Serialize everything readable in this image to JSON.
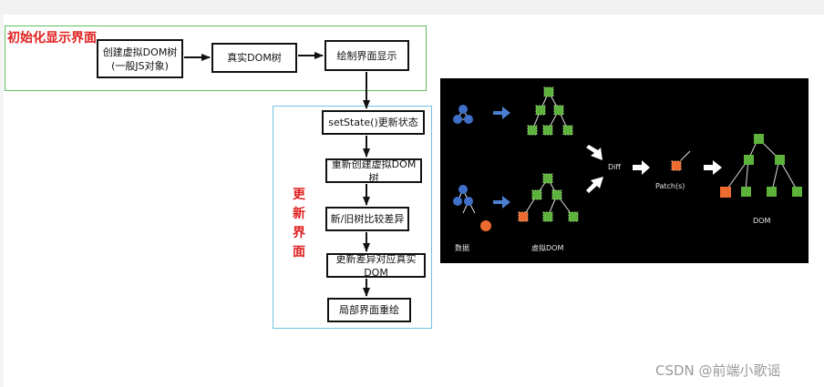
{
  "flow": {
    "init_title": "初始化显示界面",
    "update_title": "更新界面",
    "create_vdom": "创建虚拟DOM树\n(一般JS对象)",
    "real_dom": "真实DOM树",
    "render": "绘制界面显示",
    "set_state": "setState()更新状态",
    "recreate_vdom": "重新创建虚拟DOM树",
    "compare": "新/旧树比较差异",
    "apply_diff": "更新差异对应真实DOM",
    "repaint": "局部界面重绘"
  },
  "panel": {
    "label_data": "数据",
    "label_vdom": "虚拟DOM",
    "label_diff": "Diff",
    "label_patch": "Patch(s)",
    "label_dom": "DOM",
    "colors": {
      "blue": "#3f6fc8",
      "green": "#5cb23a",
      "orange": "#ee6b2f",
      "arrow": "#4d7fd0",
      "white": "#ffffff"
    }
  },
  "watermark": "CSDN @前端小歌谣"
}
